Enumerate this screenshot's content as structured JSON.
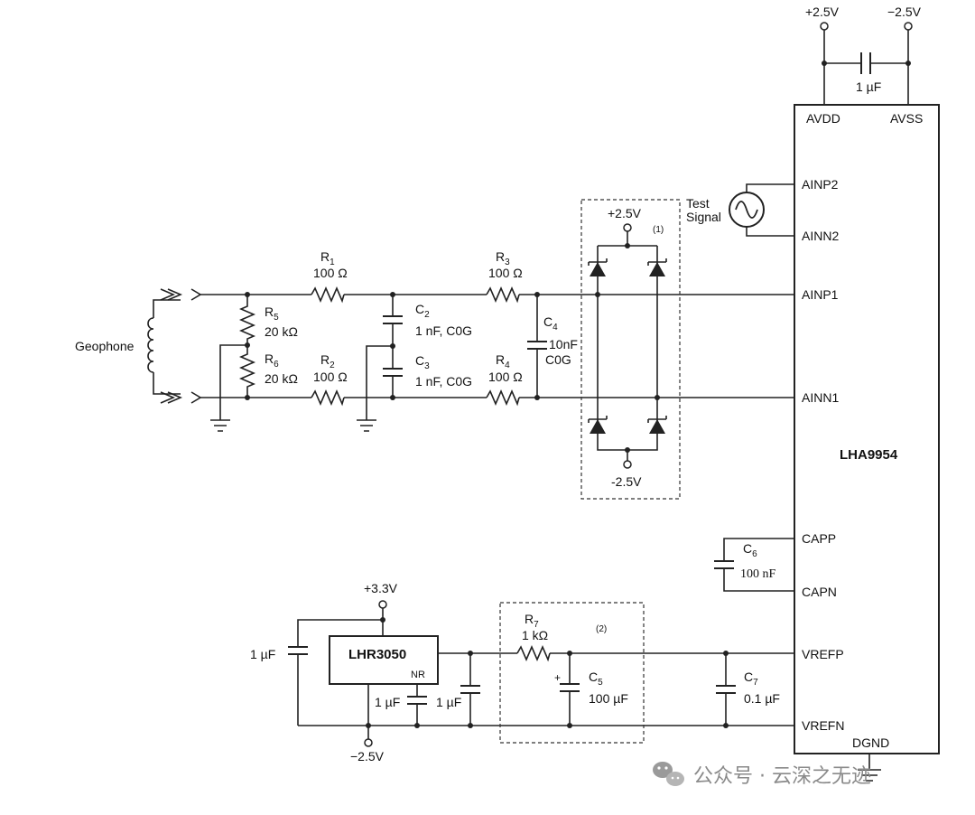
{
  "ic": {
    "name": "LHA9954",
    "pins": {
      "avdd": "AVDD",
      "avss": "AVSS",
      "ainp2": "AINP2",
      "ainn2": "AINN2",
      "ainp1": "AINP1",
      "ainn1": "AINN1",
      "capp": "CAPP",
      "capn": "CAPN",
      "vrefp": "VREFP",
      "vrefn": "VREFN",
      "dgnd": "DGND"
    }
  },
  "supply": {
    "pos": "+2.5V",
    "neg": "−2.5V",
    "decoupling": "1 µF"
  },
  "test_signal": {
    "line1": "Test",
    "line2": "Signal"
  },
  "geophone": "Geophone",
  "resistors": [
    {
      "name": "R",
      "sub": "1",
      "value": "100 Ω"
    },
    {
      "name": "R",
      "sub": "2",
      "value": "100 Ω"
    },
    {
      "name": "R",
      "sub": "3",
      "value": "100 Ω"
    },
    {
      "name": "R",
      "sub": "4",
      "value": "100 Ω"
    },
    {
      "name": "R",
      "sub": "5",
      "value": "20 kΩ"
    },
    {
      "name": "R",
      "sub": "6",
      "value": "20 kΩ"
    },
    {
      "name": "R",
      "sub": "7",
      "value": "1 kΩ"
    }
  ],
  "capacitors": [
    {
      "name": "C",
      "sub": "2",
      "value": "1 nF, C0G"
    },
    {
      "name": "C",
      "sub": "3",
      "value": "1 nF, C0G"
    },
    {
      "name": "C",
      "sub": "4",
      "value": "10nF",
      "value2": "C0G"
    },
    {
      "name": "C",
      "sub": "5",
      "value": "100 µF"
    },
    {
      "name": "C",
      "sub": "6",
      "value": "100 nF"
    },
    {
      "name": "C",
      "sub": "7",
      "value": "0.1 µF"
    }
  ],
  "protection": {
    "pos": "+2.5V",
    "neg": "-2.5V",
    "note": "(1)"
  },
  "reference": {
    "chip": "LHR3050",
    "nr": "NR",
    "supply": "+3.3V",
    "neg": "−2.5V",
    "cap_in": "1 µF",
    "cap_nr": "1 µF",
    "cap_out": "1 µF",
    "note": "(2)",
    "plus": "+"
  },
  "watermark": "公众号 · 云深之无迹"
}
